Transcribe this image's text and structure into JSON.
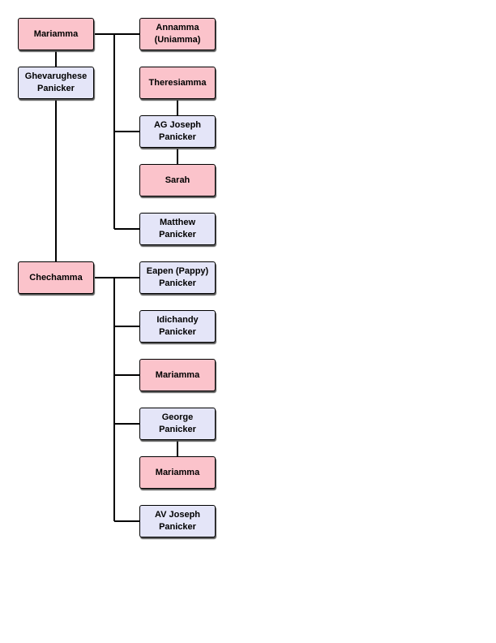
{
  "colors": {
    "female": "#fbc3cb",
    "male": "#e4e5f8",
    "line": "#000000"
  },
  "nodes": {
    "mariamma_root": "Mariamma",
    "ghevarughese": "Ghevarughese\nPanicker",
    "annamma": "Annamma\n(Uniamma)",
    "theresiamma": "Theresiamma",
    "ag_joseph": "AG Joseph\nPanicker",
    "sarah": "Sarah",
    "matthew": "Matthew\nPanicker",
    "chechamma": "Chechamma",
    "eapen": "Eapen (Pappy)\nPanicker",
    "idichandy": "Idichandy\nPanicker",
    "mariamma_child": "Mariamma",
    "george": "George\nPanicker",
    "mariamma_spouse": "Mariamma",
    "av_joseph": "AV Joseph\nPanicker"
  }
}
